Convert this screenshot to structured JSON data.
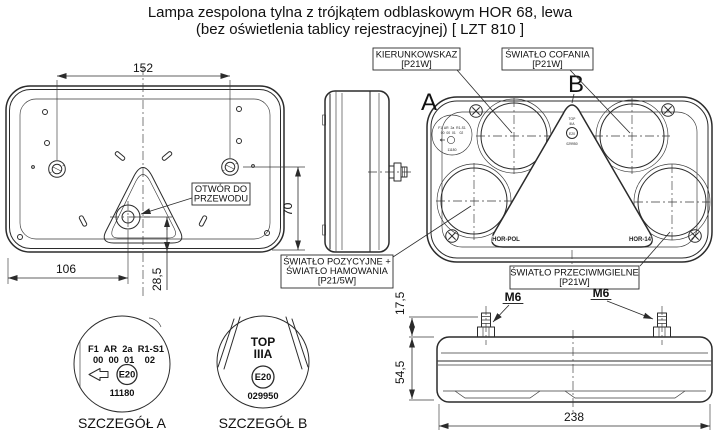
{
  "title": {
    "line1": "Lampa zespolona tylna z trójkątem odblaskowym HOR 68, lewa",
    "line2": "(bez oświetlenia tablicy rejestracyjnej) [ LZT 810 ]"
  },
  "callouts": {
    "kierunkowskaz": {
      "l1": "KIERUNKOWSKAZ",
      "l2": "[P21W]"
    },
    "cofania": {
      "l1": "ŚWIATŁO COFANIA",
      "l2": "[P21W]"
    },
    "otwor": {
      "l1": "OTWÓR DO",
      "l2": "PRZEWODU"
    },
    "pozycyjne": {
      "l1": "ŚWIATŁO POZYCYJNE +",
      "l2": "ŚWIATŁO HAMOWANIA",
      "l3": "[P21/5W]"
    },
    "przeciwmgielne": {
      "l1": "ŚWIATŁO PRZECIWMGIELNE",
      "l2": "[P21W]"
    }
  },
  "dims": {
    "w_mount": "152",
    "w_hole": "106",
    "hole_up": "28,5",
    "h_mount": "70",
    "stud_h": "17,5",
    "depth": "54,5",
    "w_total": "238",
    "thread": "M6"
  },
  "markers": {
    "a": "A",
    "b": "B"
  },
  "marking_a": {
    "caption": "SZCZEGÓŁ A",
    "row1": "F1  AR  2a  R1-S1",
    "row2": "00  00  01    02",
    "emark": "E20",
    "approval": "11180"
  },
  "marking_b": {
    "caption": "SZCZEGÓŁ B",
    "top": "TOP",
    "cls": "IIIA",
    "emark": "E20",
    "approval": "029950"
  },
  "reflector": {
    "brand_left": "HOR-POL",
    "brand_right": "HOR-14"
  }
}
